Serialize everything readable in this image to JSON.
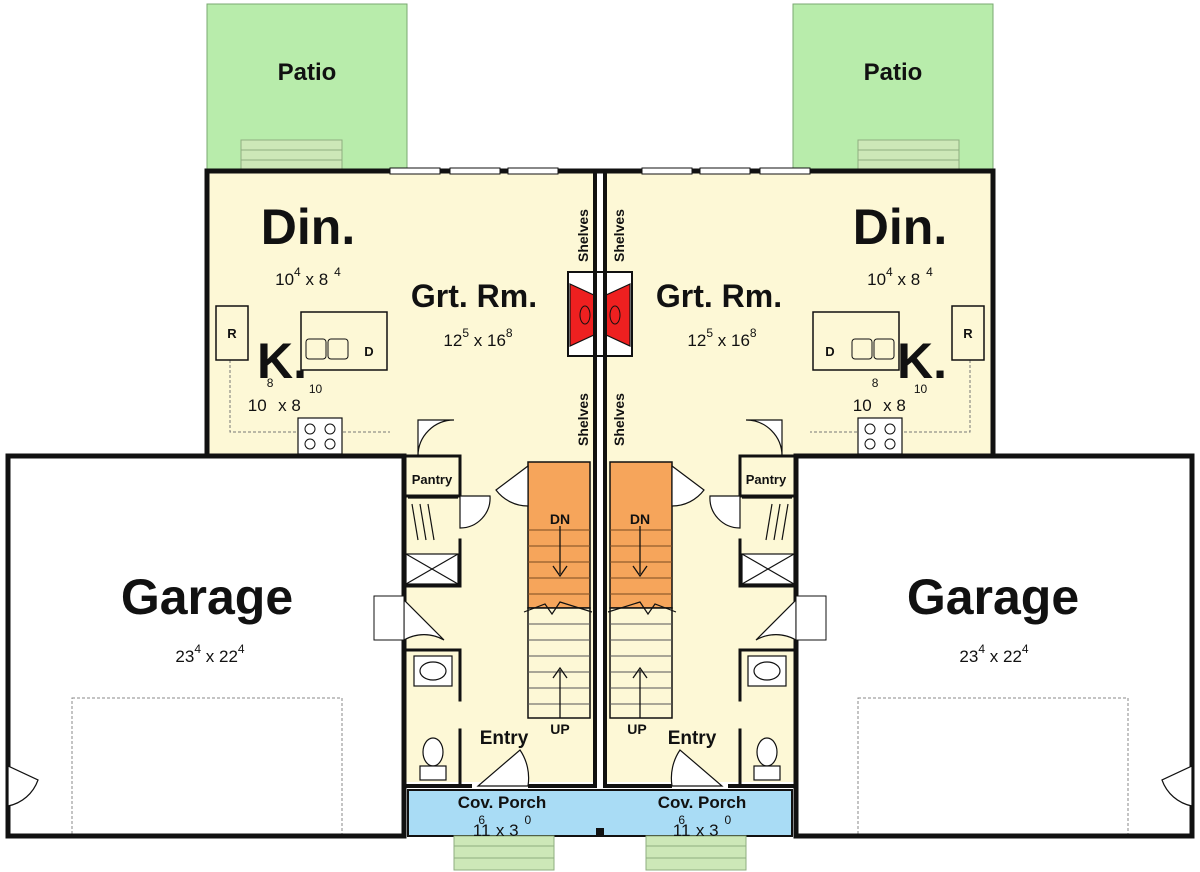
{
  "colors": {
    "interior": "#fdf8d6",
    "patio": "#b8ecab",
    "porch": "#a9dcf5",
    "stairs_down": "#f6a55b",
    "fireplace": "#ee2020",
    "walk": "#cde8b8",
    "wall": "#111111"
  },
  "units": [
    {
      "patio": "Patio",
      "dining": {
        "name": "Din.",
        "w": "10",
        "w_in": "4",
        "x": "x",
        "d": "8",
        "d_in": "4"
      },
      "great_room": {
        "name": "Grt. Rm.",
        "w": "12",
        "w_in": "5",
        "x": "x",
        "d": "16",
        "d_in": "8"
      },
      "kitchen": {
        "name": "K.",
        "w": "10",
        "w_in": "8",
        "x": "x",
        "d": "8",
        "d_in": "10"
      },
      "fridge": "R",
      "dishwasher": "D",
      "pantry": "Pantry",
      "shelves_top": "Shelves",
      "shelves_bottom": "Shelves",
      "stairs_down": "DN",
      "stairs_up": "UP",
      "entry": "Entry",
      "garage": {
        "name": "Garage",
        "w": "23",
        "w_in": "4",
        "x": "x",
        "d": "22",
        "d_in": "4"
      },
      "porch": {
        "name": "Cov. Porch",
        "w": "11",
        "w_in": "6",
        "x": "x",
        "d": "3",
        "d_in": "0"
      }
    },
    {
      "patio": "Patio",
      "dining": {
        "name": "Din.",
        "w": "10",
        "w_in": "4",
        "x": "x",
        "d": "8",
        "d_in": "4"
      },
      "great_room": {
        "name": "Grt. Rm.",
        "w": "12",
        "w_in": "5",
        "x": "x",
        "d": "16",
        "d_in": "8"
      },
      "kitchen": {
        "name": "K.",
        "w": "10",
        "w_in": "8",
        "x": "x",
        "d": "8",
        "d_in": "10"
      },
      "fridge": "R",
      "dishwasher": "D",
      "pantry": "Pantry",
      "shelves_top": "Shelves",
      "shelves_bottom": "Shelves",
      "stairs_down": "DN",
      "stairs_up": "UP",
      "entry": "Entry",
      "garage": {
        "name": "Garage",
        "w": "23",
        "w_in": "4",
        "x": "x",
        "d": "22",
        "d_in": "4"
      },
      "porch": {
        "name": "Cov. Porch",
        "w": "11",
        "w_in": "6",
        "x": "x",
        "d": "3",
        "d_in": "0"
      }
    }
  ]
}
